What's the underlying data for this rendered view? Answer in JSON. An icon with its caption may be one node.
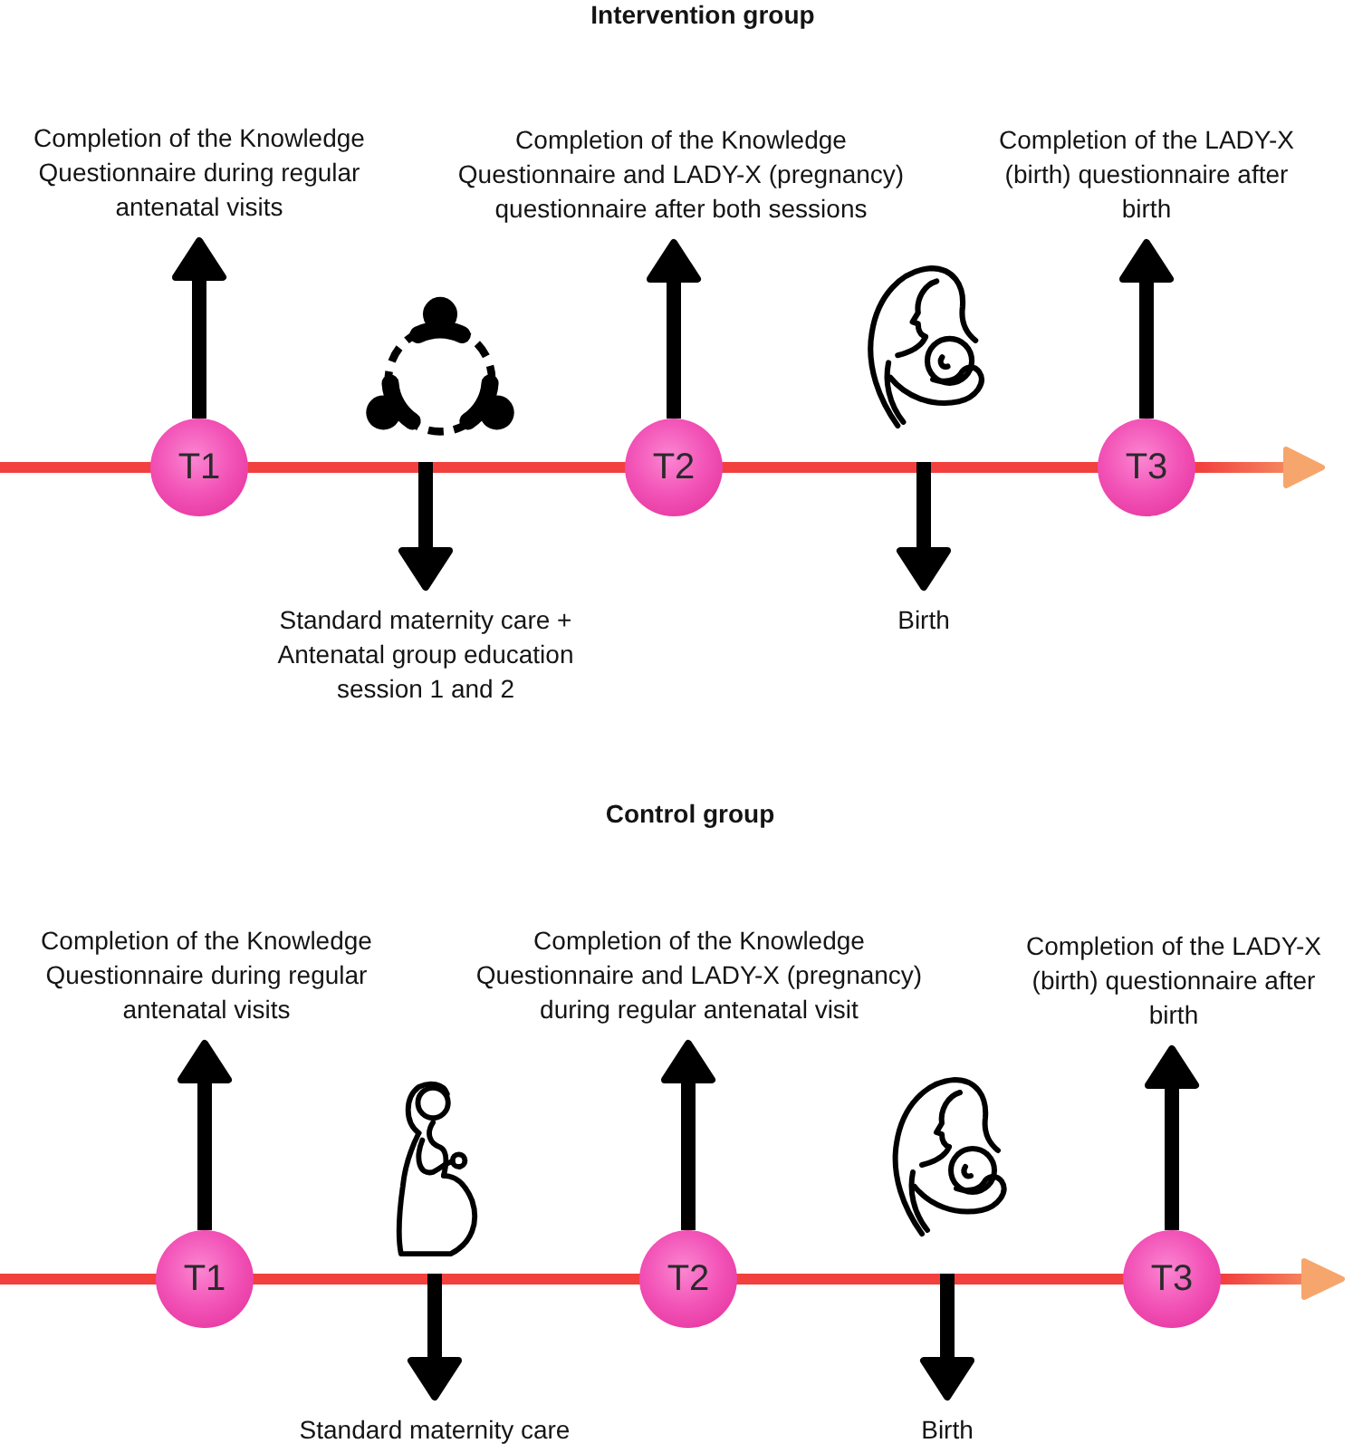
{
  "diagram": {
    "nodes": [
      {
        "text": [
          "Completion of the Knowledge Questionnaire during regular antenatal visits"
        ]
      },
      {
        "text": [
          "Completion of the Knowledge Questionnaire and LADY-X (pregnancy) questionnaire after both sessions"
        ]
      },
      {
        "text": [
          "Completion of the LADY-X (birth) questionnaire after birth"
        ]
      },
      {
        "text": [
          "T1"
        ]
      },
      {
        "text": [
          "T2"
        ]
      },
      {
        "text": [
          "T3"
        ]
      },
      {
        "text": [
          "Standard maternity care + Antenatal group education session 1 and 2"
        ]
      },
      {
        "text": [
          "Birth"
        ]
      },
      {
        "text": [
          "Completion of the Knowledge Questionnaire during regular antenatal visits"
        ]
      },
      {
        "text": [
          "Completion of the Knowledge Questionnaire and LADY-X (pregnancy) during regular antenatal visit"
        ]
      },
      {
        "text": [
          "Completion of the LADY-X (birth) questionnaire after birth"
        ]
      },
      {
        "text": [
          "T1"
        ]
      },
      {
        "text": [
          "T2"
        ]
      },
      {
        "text": [
          "T3"
        ]
      },
      {
        "text": [
          "Standard maternity care"
        ]
      },
      {
        "text": [
          "Birth"
        ]
      }
    ],
    "edges": [
      {
        "from": 3,
        "to": 0,
        "arrow": "to"
      },
      {
        "from": 4,
        "to": 1,
        "arrow": "to"
      },
      {
        "from": 5,
        "to": 2,
        "arrow": "to"
      },
      {
        "from": null,
        "to": 6,
        "arrow": "to"
      },
      {
        "from": null,
        "to": 7,
        "arrow": "to"
      },
      {
        "from": 11,
        "to": 8,
        "arrow": "to"
      },
      {
        "from": 12,
        "to": 9,
        "arrow": "to"
      },
      {
        "from": 13,
        "to": 10,
        "arrow": "to"
      },
      {
        "from": null,
        "to": 14,
        "arrow": "to"
      },
      {
        "from": null,
        "to": 15,
        "arrow": "to"
      }
    ],
    "labels": [
      "Intervention group",
      "Control group"
    ]
  }
}
